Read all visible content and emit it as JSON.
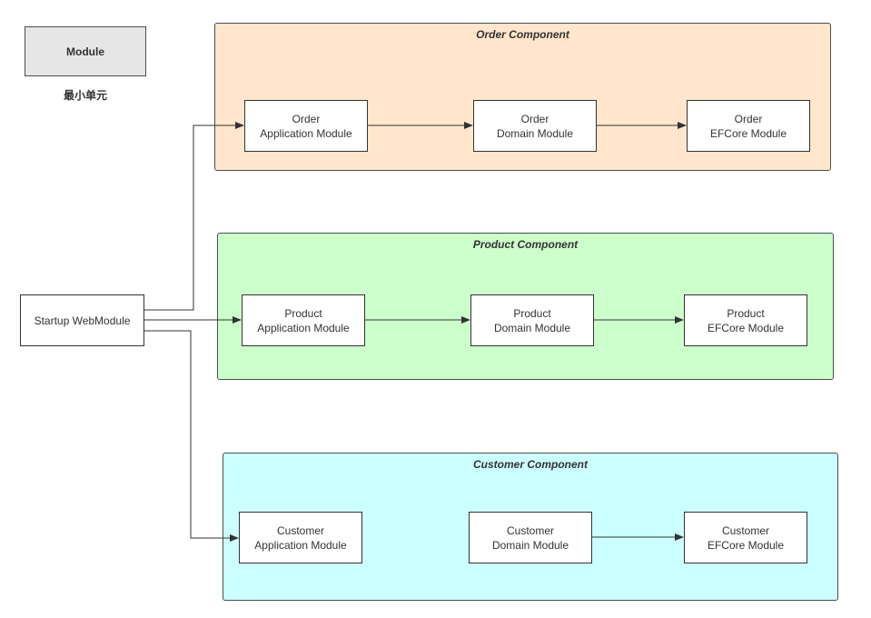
{
  "legend": {
    "box_label": "Module",
    "caption": "最小单元"
  },
  "startup": {
    "label": "Startup WebModule"
  },
  "components": [
    {
      "key": "order",
      "title": "Order Component",
      "fill": "#ffe6cc",
      "modules": [
        {
          "line1": "Order",
          "line2": "Application Module"
        },
        {
          "line1": "Order",
          "line2": "Domain Module"
        },
        {
          "line1": "Order",
          "line2": "EFCore Module"
        }
      ]
    },
    {
      "key": "product",
      "title": "Product Component",
      "fill": "#ccffcc",
      "modules": [
        {
          "line1": "Product",
          "line2": "Application Module"
        },
        {
          "line1": "Product",
          "line2": "Domain Module"
        },
        {
          "line1": "Product",
          "line2": "EFCore Module"
        }
      ]
    },
    {
      "key": "customer",
      "title": "Customer Component",
      "fill": "#ccffff",
      "modules": [
        {
          "line1": "Customer",
          "line2": "Application Module"
        },
        {
          "line1": "Customer",
          "line2": "Domain Module"
        },
        {
          "line1": "Customer",
          "line2": "EFCore Module"
        }
      ]
    }
  ],
  "colors": {
    "stroke": "#333333",
    "legend_fill": "#e6e6e6"
  }
}
